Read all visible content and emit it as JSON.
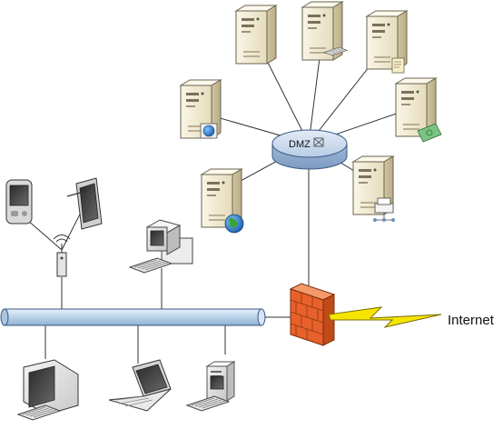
{
  "diagram": {
    "hub_label": "DMZ",
    "internet_label": "Internet"
  },
  "nodes": {
    "dmz_servers": [
      {
        "name": "server-top-left",
        "badge": "none"
      },
      {
        "name": "server-top-center",
        "badge": "keyboard"
      },
      {
        "name": "server-top-right",
        "badge": "document"
      },
      {
        "name": "server-right",
        "badge": "money"
      },
      {
        "name": "server-lower-right",
        "badge": "printer"
      },
      {
        "name": "server-left",
        "badge": "globe-disk"
      },
      {
        "name": "server-lower-left",
        "badge": "globe"
      }
    ],
    "lan_devices": [
      "pda",
      "tablet",
      "wireless-access-point",
      "desktop-pc",
      "crt-workstation",
      "laptop",
      "workstation"
    ],
    "security": [
      "firewall",
      "lightning-link"
    ]
  },
  "colors": {
    "hub_fill": "#b8cce4",
    "bus_fill": "#bcd3ea",
    "firewall": "#e8612a",
    "lightning": "#f5e400",
    "server_body": "#f1ead0",
    "line": "#333333"
  }
}
